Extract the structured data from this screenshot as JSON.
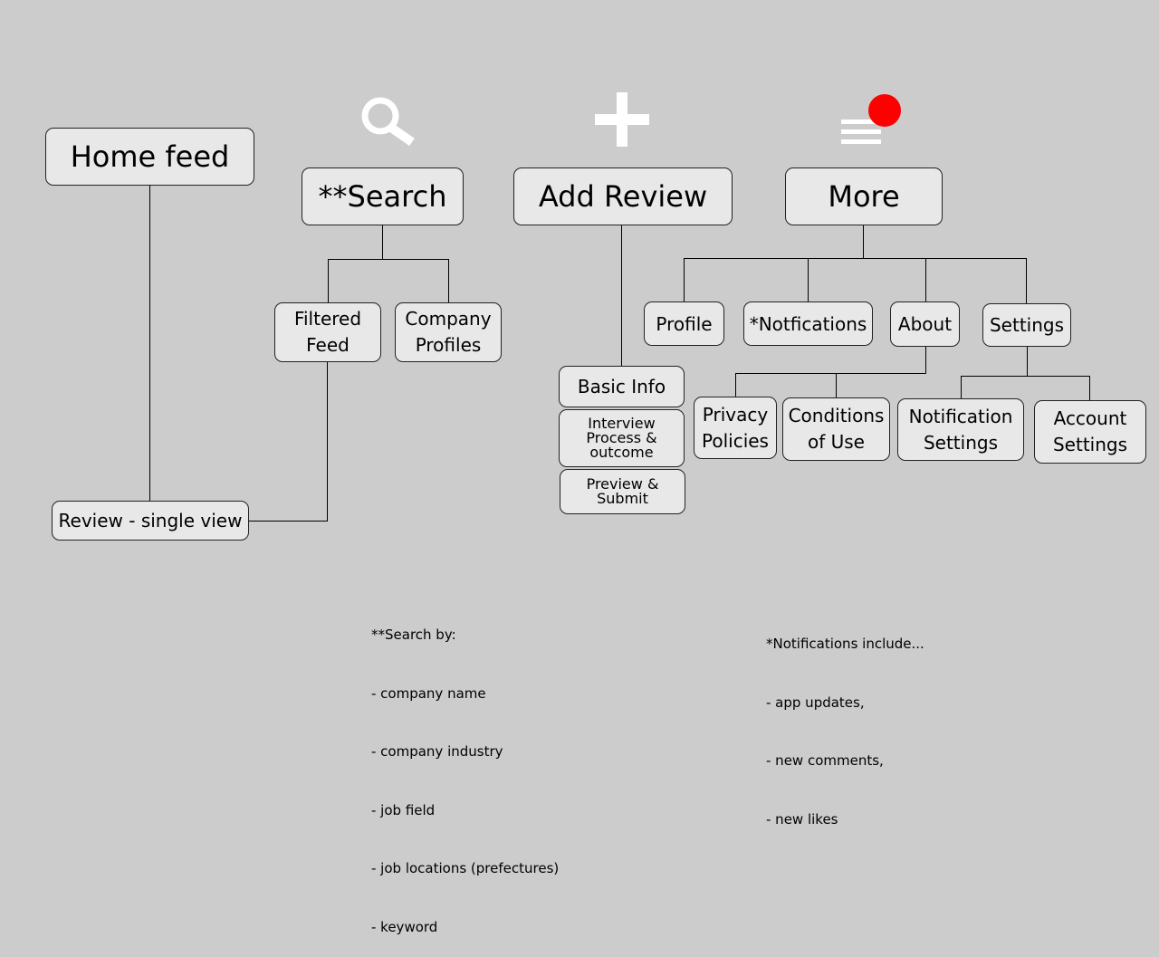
{
  "nodes": {
    "home_feed": "Home feed",
    "search": "**Search",
    "add_review": "Add Review",
    "more": "More",
    "filtered_feed": "Filtered\nFeed",
    "company_profiles": "Company\nProfiles",
    "review_single": "Review - single view",
    "basic_info": "Basic Info",
    "interview_process": "Interview\nProcess &\noutcome",
    "preview_submit": "Preview &\nSubmit",
    "profile": "Profile",
    "notifications": "*Notfications",
    "about": "About",
    "settings": "Settings",
    "privacy_policies": "Privacy\nPolicies",
    "conditions_of_use": "Conditions\nof Use",
    "notification_settings": "Notification\nSettings",
    "account_settings": "Account\nSettings"
  },
  "notes": {
    "search": {
      "title": "**Search by:",
      "items": [
        "- company name",
        "- company industry",
        "- job field",
        "- job locations (prefectures)",
        "- keyword"
      ]
    },
    "notifications": {
      "title": "*Notifications include...",
      "items": [
        "- app updates,",
        "- new comments,",
        "- new likes"
      ]
    }
  },
  "icons": {
    "search": "search-icon",
    "add": "plus-icon",
    "more": "menu-icon",
    "badge": "notification-badge"
  },
  "colors": {
    "background": "#cccccc",
    "box_fill": "#e8e8e8",
    "icon": "#ffffff",
    "badge": "#ff0000"
  }
}
